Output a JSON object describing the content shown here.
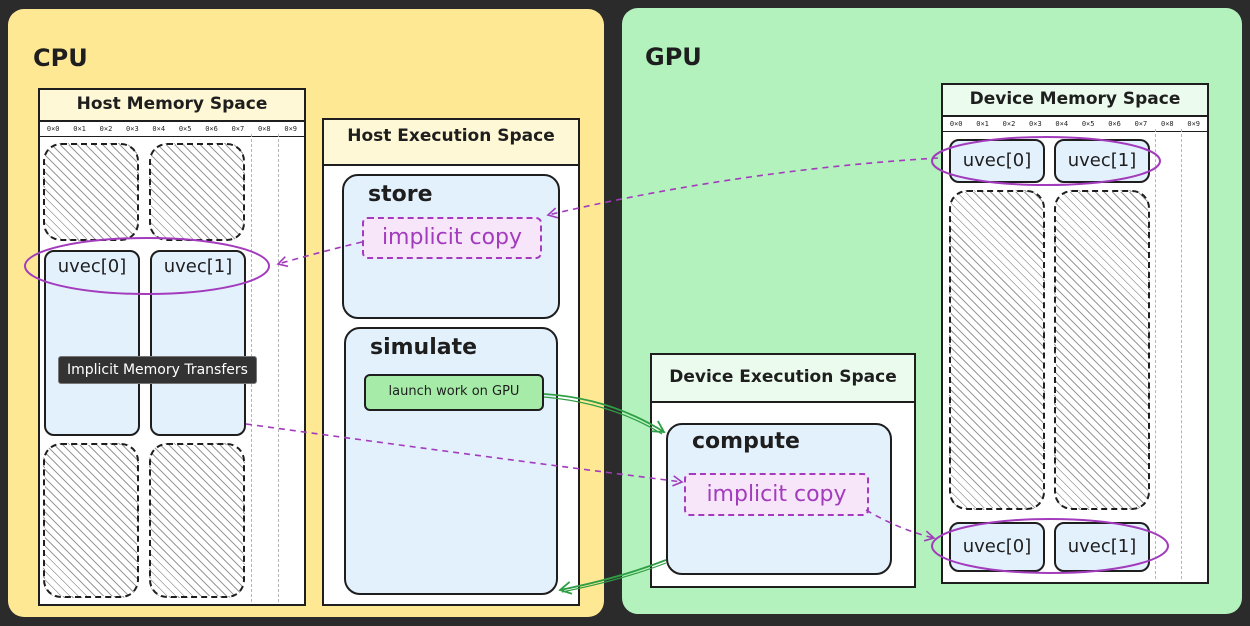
{
  "cpu": {
    "title": "CPU",
    "host_memory": {
      "title": "Host Memory Space",
      "addresses": [
        "0×0",
        "0×1",
        "0×2",
        "0×3",
        "0×4",
        "0×5",
        "0×6",
        "0×7",
        "0×8",
        "0×9"
      ],
      "vec0": "uvec[0]",
      "vec1": "uvec[1]"
    },
    "host_exec": {
      "title": "Host Execution Space",
      "store": {
        "title": "store",
        "implicit": "implicit copy"
      },
      "simulate": {
        "title": "simulate",
        "launch": "launch work on GPU"
      }
    }
  },
  "gpu": {
    "title": "GPU",
    "device_exec": {
      "title": "Device Execution Space",
      "compute": {
        "title": "compute",
        "implicit": "implicit copy"
      }
    },
    "device_memory": {
      "title": "Device Memory Space",
      "addresses": [
        "0×0",
        "0×1",
        "0×2",
        "0×3",
        "0×4",
        "0×5",
        "0×6",
        "0×7",
        "0×8",
        "0×9"
      ],
      "top_vec0": "uvec[0]",
      "top_vec1": "uvec[1]",
      "bottom_vec0": "uvec[0]",
      "bottom_vec1": "uvec[1]"
    }
  },
  "tooltip": "Implicit Memory Transfers",
  "colors": {
    "cpu_bg": "#ffe894",
    "gpu_bg": "#b3f2bd",
    "block_bg": "#e3f1fd",
    "implicit": "#a33bbd",
    "launch": "#a6eba8",
    "arrow_green": "#2f9e44"
  }
}
